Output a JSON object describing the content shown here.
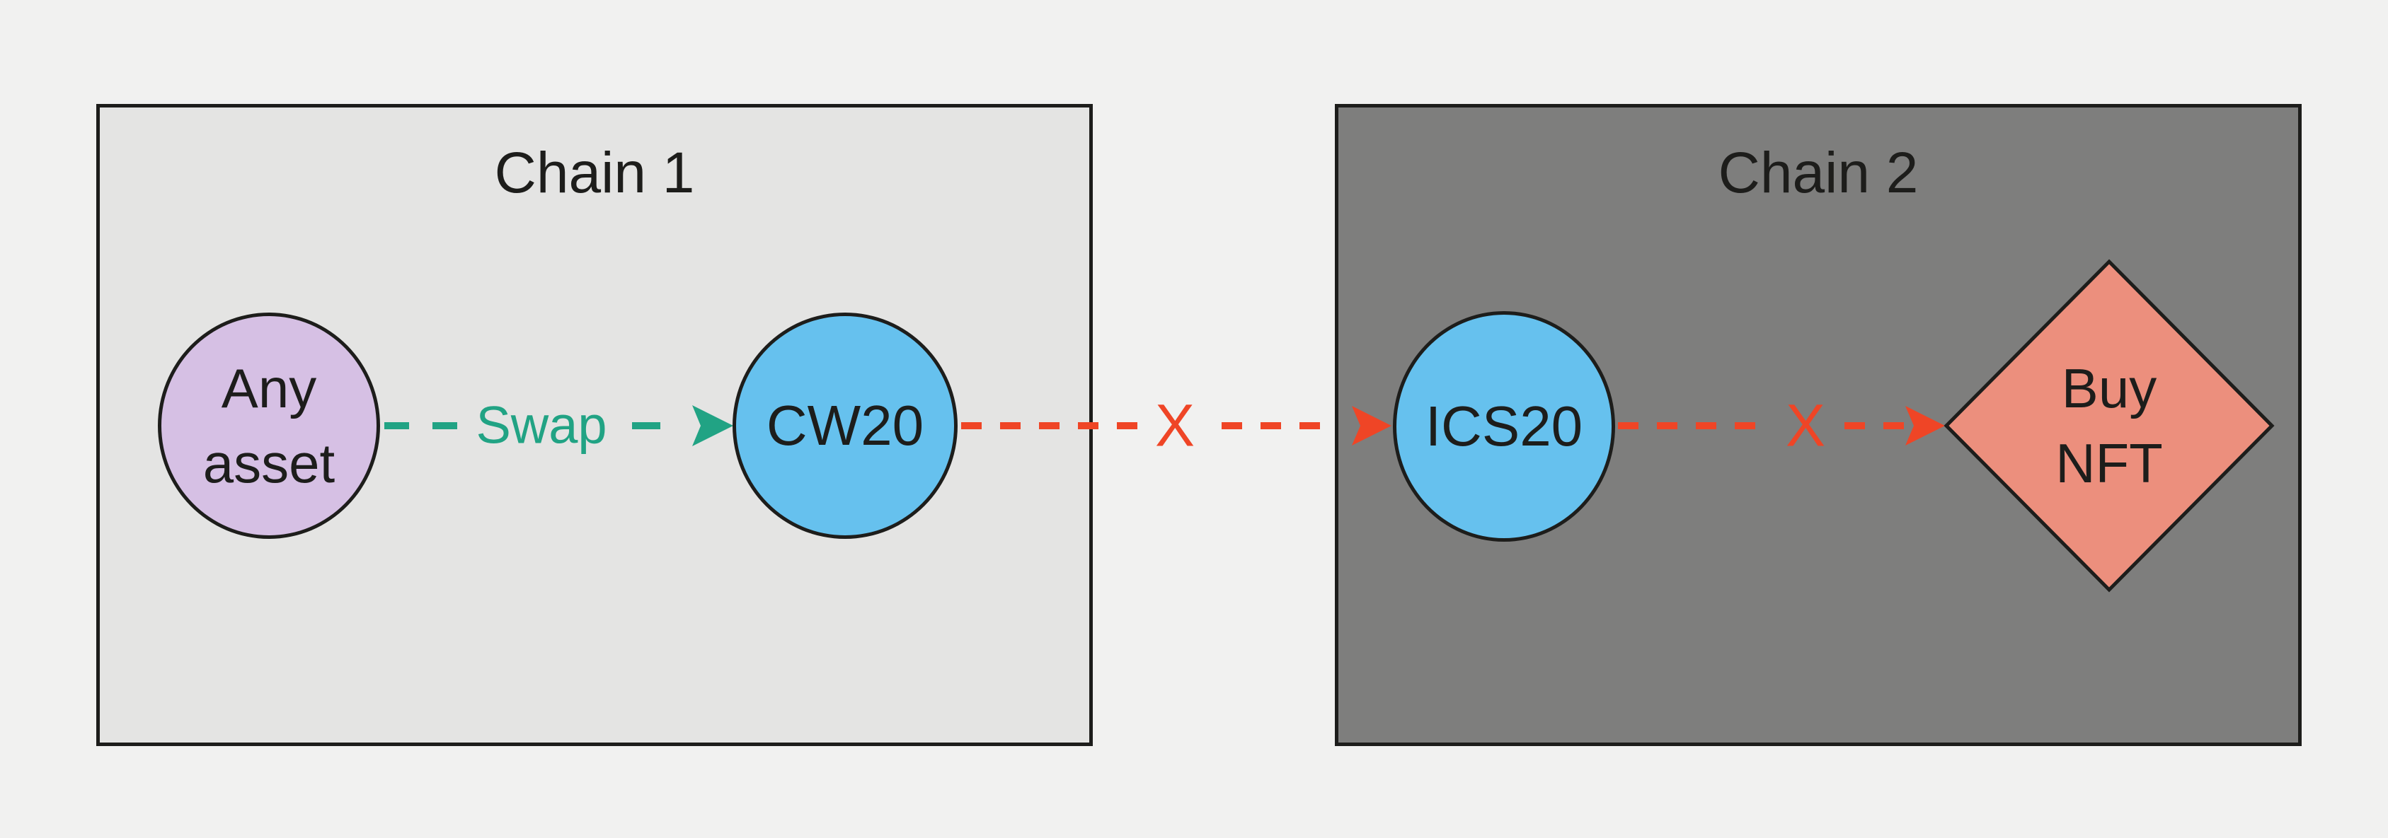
{
  "colors": {
    "canvas_bg": "#f1f1f0",
    "chain1_fill": "#e4e4e3",
    "chain2_fill": "#7e7e7d",
    "outline_dark": "#1d1d1b",
    "text_dark": "#1d1d1b",
    "asset_purple": "#d6c0e4",
    "token_blue": "#66c1ee",
    "nft_salmon": "#ec8f7d",
    "swap_green": "#21a384",
    "blocked_red": "#ef4526"
  },
  "chain1": {
    "title": "Chain 1",
    "nodes": {
      "any_asset": {
        "line1": "Any",
        "line2": "asset"
      },
      "cw20": {
        "label": "CW20"
      }
    }
  },
  "chain2": {
    "title": "Chain 2",
    "nodes": {
      "ics20": {
        "label": "ICS20"
      },
      "buy_nft": {
        "line1": "Buy",
        "line2": "NFT"
      }
    }
  },
  "edges": {
    "swap": {
      "label": "Swap"
    },
    "cw20_to_ics20": {
      "blocked_mark": "X"
    },
    "ics20_to_buy_nft": {
      "blocked_mark": "X"
    }
  }
}
